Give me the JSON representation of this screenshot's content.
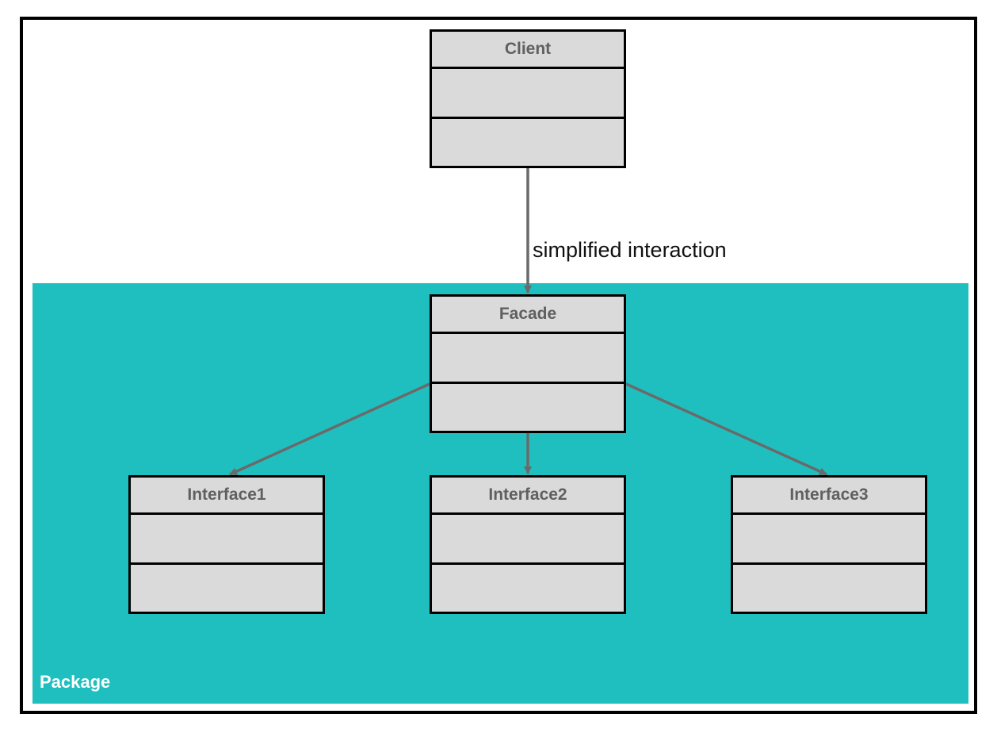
{
  "diagram": {
    "package_label": "Package",
    "client": {
      "name": "Client"
    },
    "facade": {
      "name": "Facade"
    },
    "interfaces": [
      {
        "name": "Interface1"
      },
      {
        "name": "Interface2"
      },
      {
        "name": "Interface3"
      }
    ],
    "edge_label": "simplified interaction",
    "colors": {
      "package_fill": "#20bfbf",
      "class_fill": "#dadada",
      "class_title": "#606060",
      "arrow": "#6a6a6a"
    }
  }
}
